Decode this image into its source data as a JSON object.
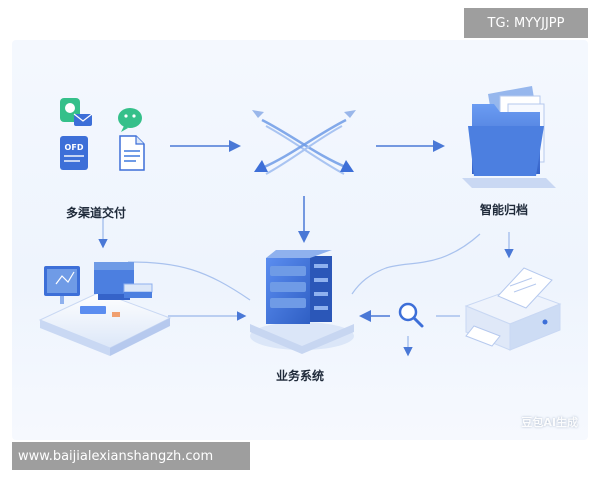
{
  "watermark_top": "TG: MYYJJPP",
  "watermark_bottom": "www.baijialexianshangzh.com",
  "ai_mark": "豆包AI生成",
  "nodes": {
    "multichannel": {
      "label": "多渠道交付",
      "ofd_text": "OFD"
    },
    "archive": {
      "label": "智能归档"
    },
    "business": {
      "label": "业务系统"
    }
  },
  "colors": {
    "primary": "#3d6fd8",
    "light": "#8fb1ee",
    "arrow": "#4a78d6",
    "green": "#35c08a"
  }
}
